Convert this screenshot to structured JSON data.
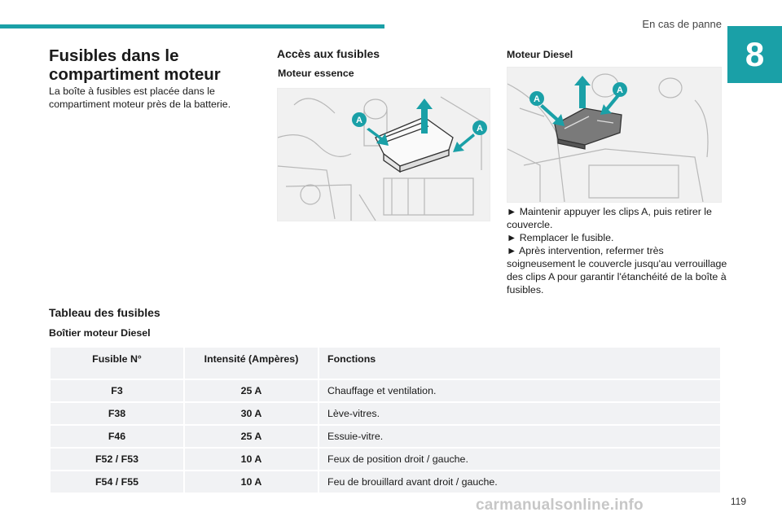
{
  "header": {
    "section": "En cas de panne",
    "chapter": "8"
  },
  "left": {
    "title": "Fusibles dans le compartiment moteur",
    "intro": "La boîte à fusibles est placée dans le compartiment moteur près de la batterie."
  },
  "access": {
    "title": "Accès aux fusibles",
    "petrol_label": "Moteur essence",
    "diesel_label": "Moteur Diesel",
    "callout": "A",
    "steps": [
      "► Maintenir appuyer les clips A, puis retirer le couvercle.",
      "► Remplacer le fusible.",
      "► Après intervention, refermer très soigneusement le couvercle jusqu'au verrouillage des clips A pour garantir l'étanchéité de la boîte à fusibles."
    ]
  },
  "table_section": {
    "title": "Tableau des fusibles",
    "subtitle": "Boîtier moteur Diesel",
    "headers": [
      "Fusible N°",
      "Intensité (Ampères)",
      "Fonctions"
    ],
    "rows": [
      [
        "F3",
        "25 A",
        "Chauffage et ventilation."
      ],
      [
        "F38",
        "30 A",
        "Lève-vitres."
      ],
      [
        "F46",
        "25 A",
        "Essuie-vitre."
      ],
      [
        "F52 / F53",
        "10 A",
        "Feux de position droit / gauche."
      ],
      [
        "F54 / F55",
        "10 A",
        "Feu de brouillard avant droit / gauche."
      ]
    ]
  },
  "footer": {
    "page": "119",
    "watermark": "carmanualsonline.info"
  },
  "colors": {
    "accent": "#1aa0a7",
    "table_bg": "#f1f2f4"
  }
}
